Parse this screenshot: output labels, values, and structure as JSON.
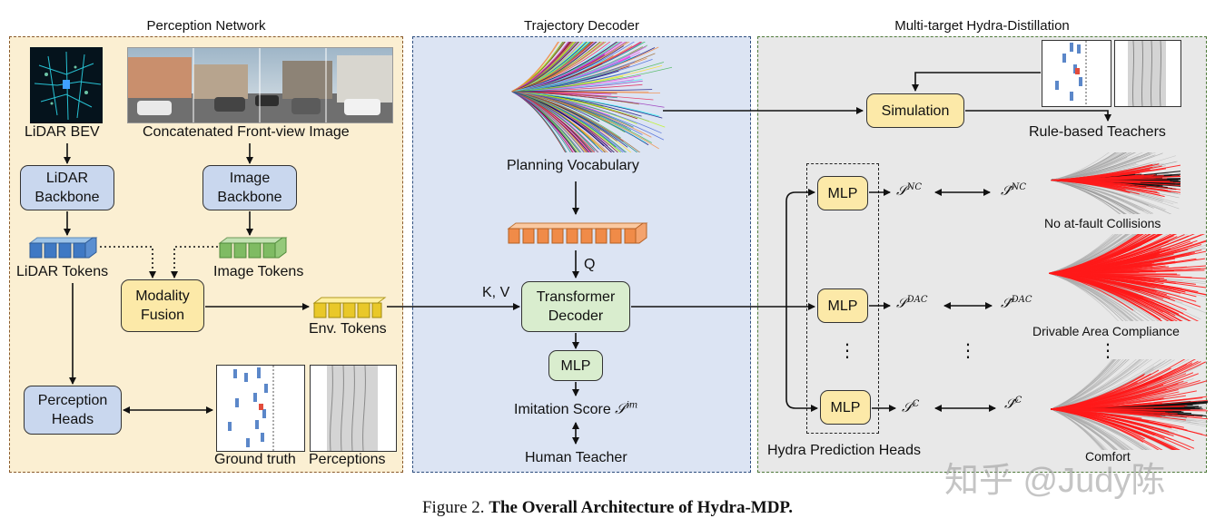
{
  "sections": {
    "perception": "Perception Network",
    "trajectory": "Trajectory Decoder",
    "distill": "Multi-target Hydra-Distillation"
  },
  "perception": {
    "lidar_bev": "LiDAR BEV",
    "front_view": "Concatenated Front-view Image",
    "lidar_backbone": "LiDAR\nBackbone",
    "image_backbone": "Image\nBackbone",
    "lidar_tokens": "LiDAR Tokens",
    "image_tokens": "Image Tokens",
    "modality_fusion": "Modality\nFusion",
    "env_tokens": "Env. Tokens",
    "perception_heads": "Perception\nHeads",
    "ground_truth": "Ground truth",
    "perceptions": "Perceptions"
  },
  "trajectory": {
    "planning_vocab": "Planning Vocabulary",
    "q": "Q",
    "kv": "K, V",
    "transformer_decoder": "Transformer\nDecoder",
    "mlp": "MLP",
    "imitation_score": "Imitation Score",
    "imitation_sym": "im",
    "human_teacher": "Human Teacher"
  },
  "distill": {
    "simulation": "Simulation",
    "rule_teachers": "Rule-based Teachers",
    "mlp": "MLP",
    "nc_sup": "NC",
    "dac_sup": "DAC",
    "c_sup": "C",
    "vdots": "⋮",
    "no_fault": "No at-fault Collisions",
    "drivable": "Drivable Area Compliance",
    "comfort": "Comfort",
    "heads_label": "Hydra Prediction Heads"
  },
  "caption": {
    "prefix": "Figure 2.",
    "bold": "The Overall Architecture of Hydra-MDP."
  },
  "watermark": "知乎 @Judy陈",
  "colors": {
    "perception_bg": "#fbefd2",
    "perception_border": "#8a5a2b",
    "trajectory_bg": "#dce4f3",
    "trajectory_border": "#2f4f7f",
    "distill_bg": "#e8e8e8",
    "distill_border": "#4f7a3a",
    "red_traj": "#ff1a1a"
  }
}
